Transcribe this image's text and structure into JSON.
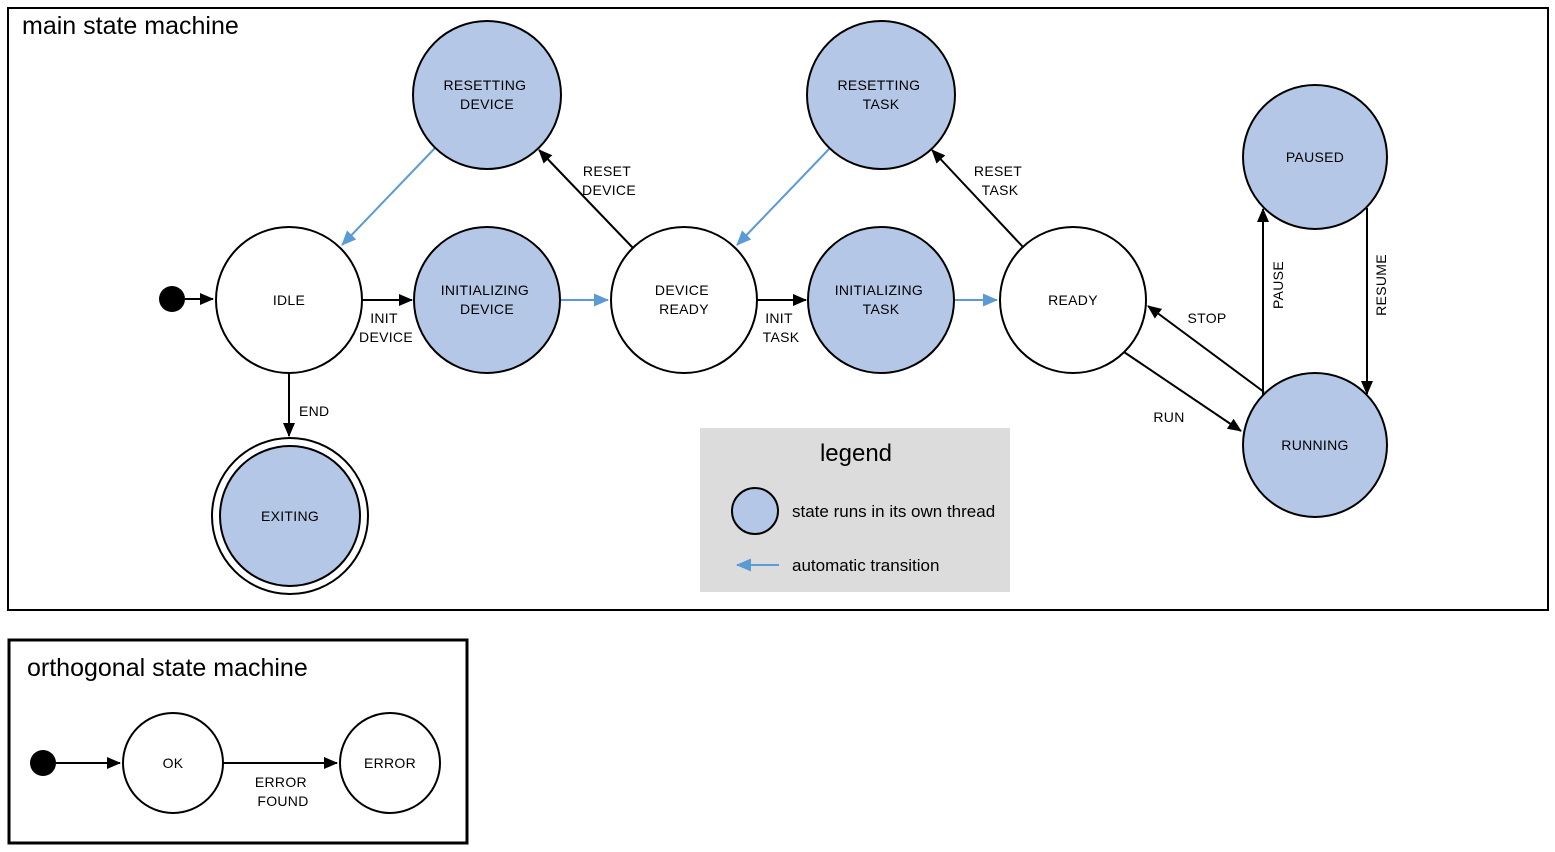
{
  "colors": {
    "state_thread_fill": "#b4c7e7",
    "automatic_transition": "#5b9bd5",
    "legend_bg": "#dcdcdc"
  },
  "main": {
    "title": "main state machine",
    "states": {
      "idle": {
        "label": "IDLE"
      },
      "initializing_device": {
        "line1": "INITIALIZING",
        "line2": "DEVICE"
      },
      "device_ready": {
        "line1": "DEVICE",
        "line2": "READY"
      },
      "initializing_task": {
        "line1": "INITIALIZING",
        "line2": "TASK"
      },
      "ready": {
        "label": "READY"
      },
      "resetting_device": {
        "line1": "RESETTING",
        "line2": "DEVICE"
      },
      "resetting_task": {
        "line1": "RESETTING",
        "line2": "TASK"
      },
      "paused": {
        "label": "PAUSED"
      },
      "running": {
        "label": "RUNNING"
      },
      "exiting": {
        "label": "EXITING"
      }
    },
    "transitions": {
      "init_device": {
        "line1": "INIT",
        "line2": "DEVICE"
      },
      "init_task": {
        "line1": "INIT",
        "line2": "TASK"
      },
      "reset_device": {
        "line1": "RESET",
        "line2": "DEVICE"
      },
      "reset_task": {
        "line1": "RESET",
        "line2": "TASK"
      },
      "run": {
        "label": "RUN"
      },
      "stop": {
        "label": "STOP"
      },
      "pause": {
        "label": "PAUSE"
      },
      "resume": {
        "label": "RESUME"
      },
      "end": {
        "label": "END"
      }
    }
  },
  "legend": {
    "title": "legend",
    "thread_state_label": "state runs in its own thread",
    "automatic_transition_label": "automatic transition"
  },
  "orthogonal": {
    "title": "orthogonal state machine",
    "states": {
      "ok": {
        "label": "OK"
      },
      "error": {
        "label": "ERROR"
      }
    },
    "transitions": {
      "error_found": {
        "line1": "ERROR",
        "line2": "FOUND"
      }
    }
  }
}
